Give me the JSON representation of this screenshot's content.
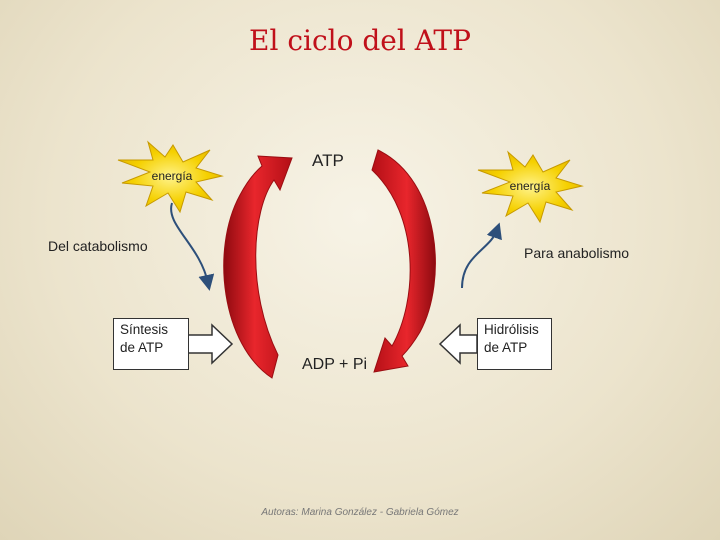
{
  "title": "El ciclo del ATP",
  "labels": {
    "atp": "ATP",
    "adp": "ADP + Pi",
    "energia_left": "energía",
    "energia_right": "energía",
    "catabolismo": "Del catabolismo",
    "anabolismo": "Para anabolismo"
  },
  "boxes": {
    "sintesis": [
      "Síntesis",
      "de ATP"
    ],
    "hidrolisis": [
      "Hidrólisis",
      "de ATP"
    ]
  },
  "footer": "Autoras: Marina González - Gabriela Gómez",
  "colors": {
    "title": "#c0101a",
    "cycle_arrow": "#d8131b",
    "burst": "#f5d000",
    "connector": "#2d4f7a"
  }
}
